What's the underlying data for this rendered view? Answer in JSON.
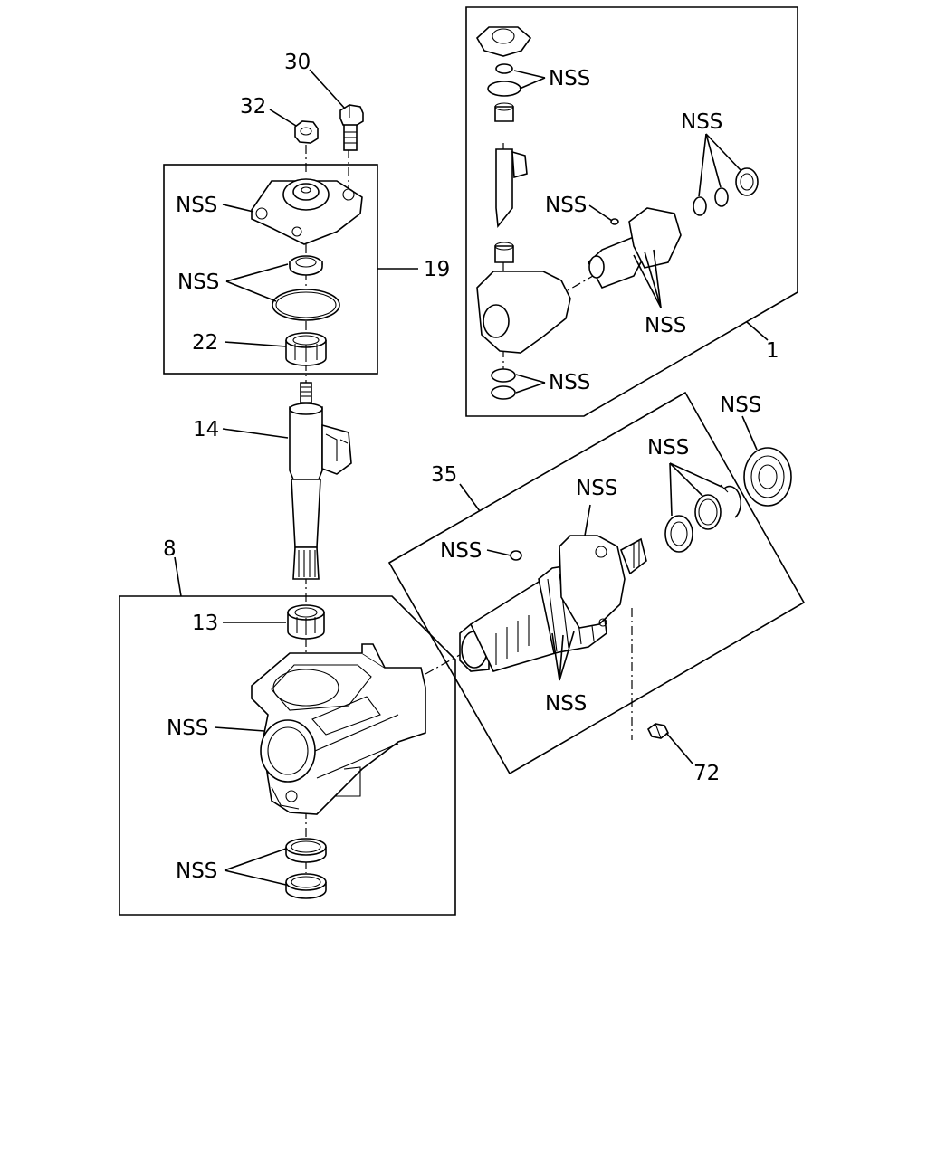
{
  "labels": {
    "n30": "30",
    "n32": "32",
    "n19": "19",
    "n22": "22",
    "n14": "14",
    "n8": "8",
    "n13": "13",
    "n1": "1",
    "n35": "35",
    "n72": "72",
    "nss": "NSS"
  }
}
